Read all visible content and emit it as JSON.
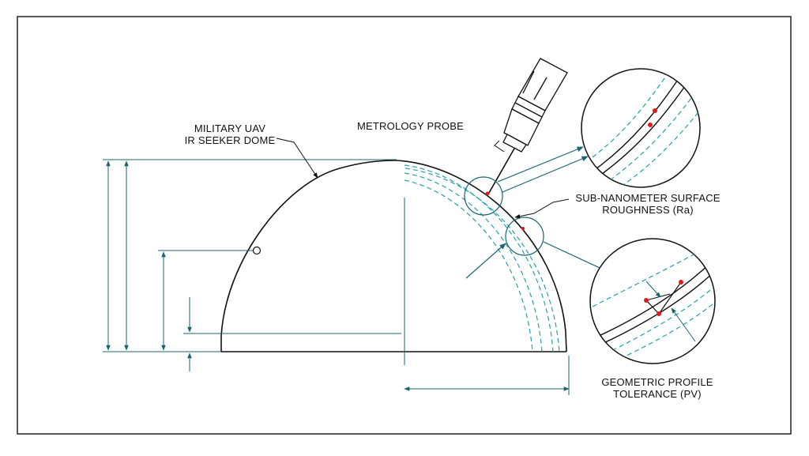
{
  "labels": {
    "dome_line1": "MILITARY UAV",
    "dome_line2": "IR SEEKER DOME",
    "probe": "METROLOGY PROBE",
    "roughness_line1": "SUB-NANOMETER SURFACE",
    "roughness_line2": "ROUGHNESS (Ra)",
    "profile_line1": "GEOMETRIC PROFILE",
    "profile_line2": "TOLERANCE (PV)"
  },
  "colors": {
    "outline": "#111111",
    "dimension": "#1a6470",
    "tolerance_band": "#2aa0a8",
    "measure_point": "#e01a1a",
    "frame": "#222222"
  },
  "icons": {
    "probe": "metrology-probe-icon",
    "detail_top": "magnified-detail-icon",
    "detail_bottom": "magnified-detail-icon"
  }
}
